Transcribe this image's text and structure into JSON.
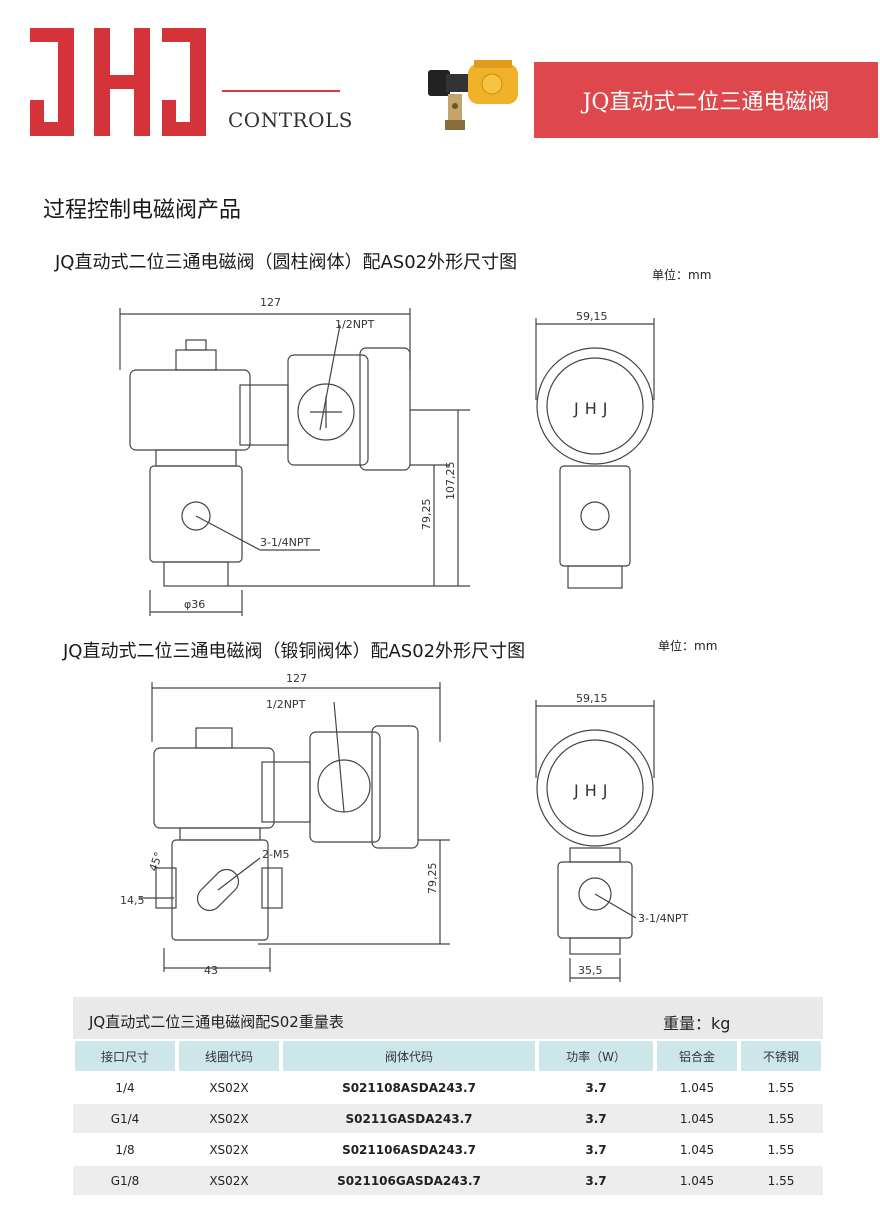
{
  "header": {
    "logo_text": "JHJ",
    "logo_sub": "CONTROLS",
    "banner_title": "JQ直动式二位三通电磁阀"
  },
  "section_heading": "过程控制电磁阀产品",
  "figure1": {
    "caption": "JQ直动式二位三通电磁阀（圆柱阀体）配AS02外形尺寸图",
    "unit": "单位：mm",
    "dims": {
      "width": "127",
      "port_top": "1/2NPT",
      "port_side": "3-1/4NPT",
      "height_total": "107,25",
      "height_body": "79,25",
      "dia": "φ36",
      "side_width": "59,15",
      "enclosure_mark": "JHJ"
    }
  },
  "figure2": {
    "caption": "JQ直动式二位三通电磁阀（锻铜阀体）配AS02外形尺寸图",
    "unit": "单位：mm",
    "dims": {
      "width": "127",
      "port_top": "1/2NPT",
      "port_m5": "2-M5",
      "angle": "45°",
      "offset": "14,5",
      "height_body": "79,25",
      "body_width": "43",
      "side_width": "59,15",
      "side_port": "3-1/4NPT",
      "side_body": "35,5",
      "enclosure_mark": "JHJ"
    }
  },
  "weight_table": {
    "title": "JQ直动式二位三通电磁阀配S02重量表",
    "unit_label": "重量：kg",
    "headers": [
      "接口尺寸",
      "线圈代码",
      "阀体代码",
      "功率（W）",
      "铝合金",
      "不锈钢"
    ],
    "rows": [
      [
        "1/4",
        "XS02X",
        "S021108ASDA243.7",
        "3.7",
        "1.045",
        "1.55"
      ],
      [
        "G1/4",
        "XS02X",
        "S0211GASDA243.7",
        "3.7",
        "1.045",
        "1.55"
      ],
      [
        "1/8",
        "XS02X",
        "S021106ASDA243.7",
        "3.7",
        "1.045",
        "1.55"
      ],
      [
        "G1/8",
        "XS02X",
        "S021106GASDA243.7",
        "3.7",
        "1.045",
        "1.55"
      ]
    ]
  },
  "colors": {
    "brand_red": "#d5333a",
    "banner_red": "#de474b",
    "table_header": "#cce6ea",
    "valve_yellow": "#f0b229"
  }
}
